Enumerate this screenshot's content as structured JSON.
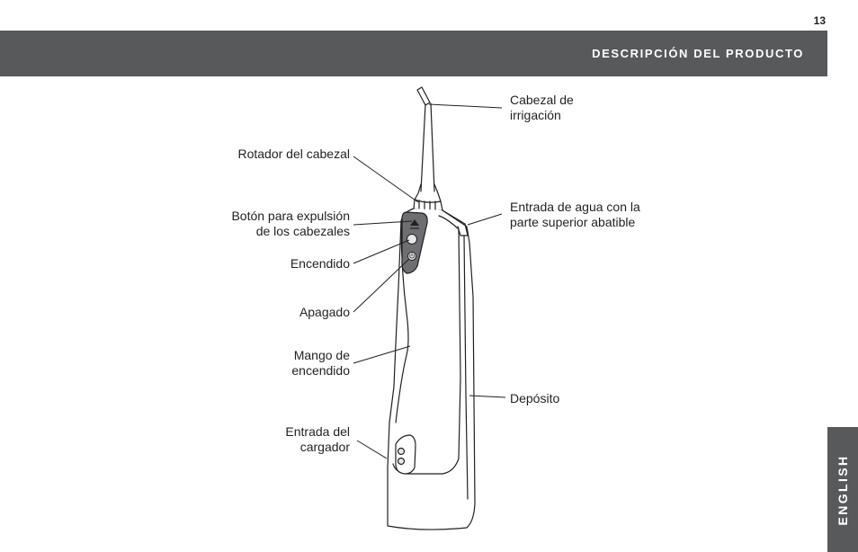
{
  "page": {
    "number": "13",
    "section_title": "DESCRIPCIÓN DEL PRODUCTO",
    "language_tab": "ENGLISH"
  },
  "callouts": {
    "nozzle": [
      "Cabezal de",
      "irrigación"
    ],
    "head_rotator": [
      "Rotador del cabezal"
    ],
    "eject_button": [
      "Botón para expulsión",
      "de los cabezales"
    ],
    "power_on": [
      "Encendido"
    ],
    "water_inlet": [
      "Entrada de agua con la",
      "parte superior abatible"
    ],
    "power_off": [
      "Apagado"
    ],
    "handle": [
      "Mango de",
      "encendido"
    ],
    "reservoir": [
      "Depósito"
    ],
    "charger_inlet": [
      "Entrada del",
      "cargador"
    ]
  },
  "colors": {
    "header_band": "#58595b",
    "header_text": "#ffffff",
    "body_text": "#231f20",
    "line_art": "#231f20",
    "control_panel": "#6d6e71"
  },
  "icons": {
    "eject": "eject-triangle-icon",
    "power_on": "circle-button-icon",
    "power_off": "power-symbol-icon",
    "charger": "charger-port-icon"
  }
}
